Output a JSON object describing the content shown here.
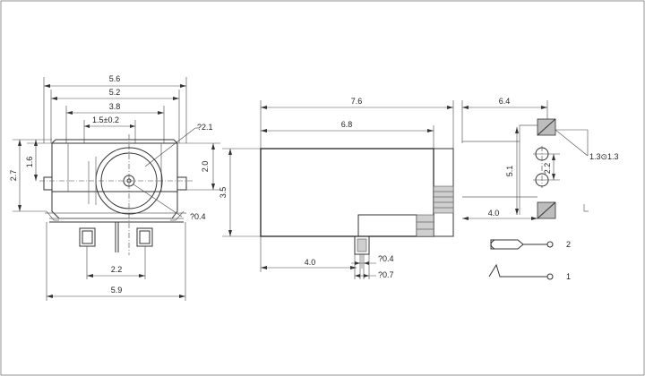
{
  "front_view": {
    "dim_top_overall": "5.6",
    "dim_outer_width": "5.2",
    "dim_inner_width": "3.8",
    "dim_hole_tol": "1.5±0.2",
    "dim_pin_dia": "?2.1",
    "dim_height_total": "2.7",
    "dim_height_partial": "1.6",
    "dim_right_height": "2.0",
    "dim_center_dia": "?0.4",
    "dim_pad_spacing": "2.2",
    "dim_bottom_width": "5.9"
  },
  "side_view": {
    "dim_total_length": "7.6",
    "dim_body_length": "6.8",
    "dim_height": "3.5",
    "dim_pin_offset": "4.0",
    "dim_pin_dia": "?0.4",
    "dim_pad_dia": "?0.7"
  },
  "pcb_view": {
    "dim_width": "6.4",
    "dim_hole_size": "1.3⊙1.3",
    "dim_vertical": "5.1",
    "dim_hole_spacing": "2.2",
    "dim_offset": "4.0"
  },
  "schematic": {
    "pin2_label": "2",
    "pin1_label": "1"
  }
}
